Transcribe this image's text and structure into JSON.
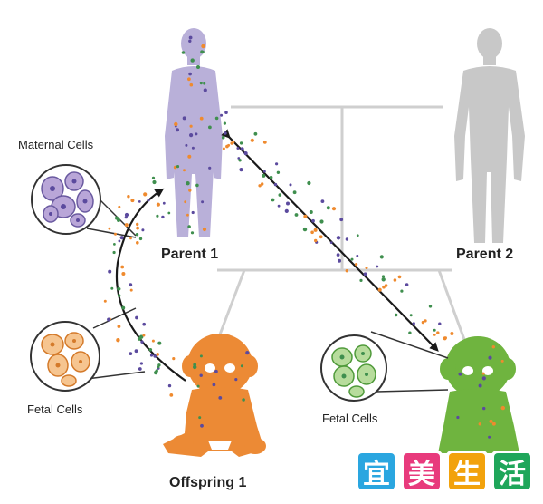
{
  "labels": {
    "maternal_cells": "Maternal Cells",
    "parent1": "Parent 1",
    "parent2": "Parent 2",
    "fetal_cells_left": "Fetal Cells",
    "fetal_cells_right": "Fetal Cells",
    "offspring1": "Offspring 1"
  },
  "watermark": {
    "chars": [
      "宜",
      "美",
      "生",
      "活"
    ],
    "colors": [
      "#2aa6e0",
      "#e83a7c",
      "#f2a20c",
      "#1fa65a"
    ]
  },
  "colors": {
    "parent1": "#b9b0d9",
    "parent2": "#c8c8c8",
    "offspring_orange": "#ec8a35",
    "offspring_green": "#6fb43f",
    "dot_purple": "#5b4a9e",
    "dot_orange": "#ef8a2e",
    "dot_green": "#3f8f4e",
    "lines": "#cfcfcf",
    "arrow": "#1a1a1a"
  }
}
